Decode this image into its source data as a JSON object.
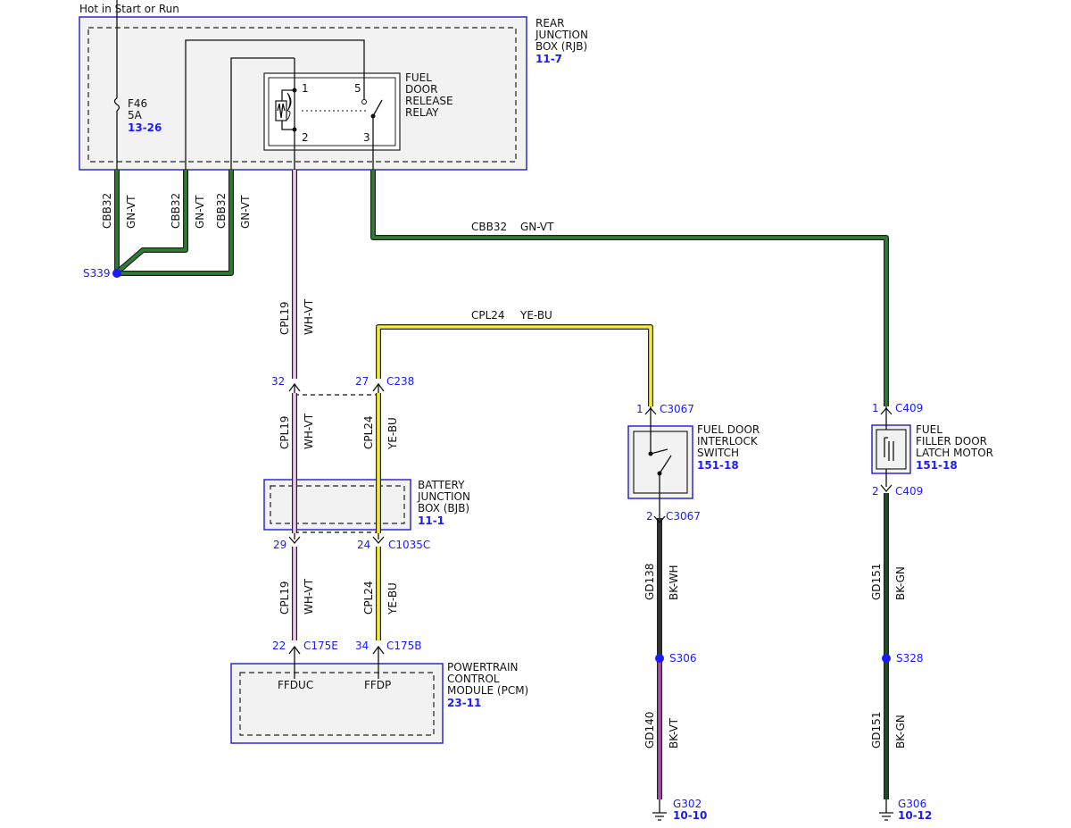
{
  "power_source": "Hot in Start or Run",
  "rjb": {
    "name": [
      "REAR",
      "JUNCTION",
      "BOX (RJB)"
    ],
    "ref": "11-7",
    "fuse": {
      "id": "F46",
      "rating": "5A",
      "ref": "13-26"
    },
    "relay": {
      "name": [
        "FUEL",
        "DOOR",
        "RELEASE",
        "RELAY"
      ],
      "pins": [
        "1",
        "5",
        "2",
        "3"
      ]
    }
  },
  "bjb": {
    "name": [
      "BATTERY",
      "JUNCTION",
      "BOX (BJB)"
    ],
    "ref": "11-1"
  },
  "pcm": {
    "name": [
      "POWERTRAIN",
      "CONTROL",
      "MODULE (PCM)"
    ],
    "ref": "23-11",
    "pins": [
      "FFDUC",
      "FFDP"
    ]
  },
  "interlock_switch": {
    "name": [
      "FUEL DOOR",
      "INTERLOCK",
      "SWITCH"
    ],
    "ref": "151-18"
  },
  "latch_motor": {
    "name": [
      "FUEL",
      "FILLER DOOR",
      "LATCH MOTOR"
    ],
    "ref": "151-18"
  },
  "splices": {
    "s339": "S339",
    "s306": "S306",
    "s328": "S328"
  },
  "grounds": [
    {
      "id": "G302",
      "ref": "10-10"
    },
    {
      "id": "G306",
      "ref": "10-12"
    }
  ],
  "connectors": {
    "c238_pin_a": "32",
    "c238_pin_b": "27",
    "c238": "C238",
    "c1035c_pin_a": "29",
    "c1035c_pin_b": "24",
    "c1035c": "C1035C",
    "c175e_pin": "22",
    "c175e": "C175E",
    "c175b_pin": "34",
    "c175b": "C175B",
    "c3067_pin1": "1",
    "c3067_pin2": "2",
    "c3067": "C3067",
    "c409_pin1": "1",
    "c409_pin2": "2",
    "c409": "C409"
  },
  "wires": {
    "cbb32_circuit": "CBB32",
    "gn_vt": "GN-VT",
    "cpl19_circuit": "CPL19",
    "wh_vt": "WH-VT",
    "cpl24_circuit": "CPL24",
    "ye_bu": "YE-BU",
    "gd138_circuit": "GD138",
    "bk_wh": "BK-WH",
    "gd140_circuit": "GD140",
    "bk_vt": "BK-VT",
    "gd151_circuit": "GD151",
    "bk_gn": "BK-GN"
  },
  "colors": {
    "gn_vt": "#2e7d32",
    "wh_vt": "#f0c8f0",
    "ye_bu": "#f5ec3a",
    "bk_wh": "#333333",
    "bk_vt": "#b04bb0",
    "bk_gn": "#1f4f1f",
    "component_border": "#2a2ad4",
    "component_fill": "#f2f2f2",
    "reference_blue": "#1a1aff"
  }
}
